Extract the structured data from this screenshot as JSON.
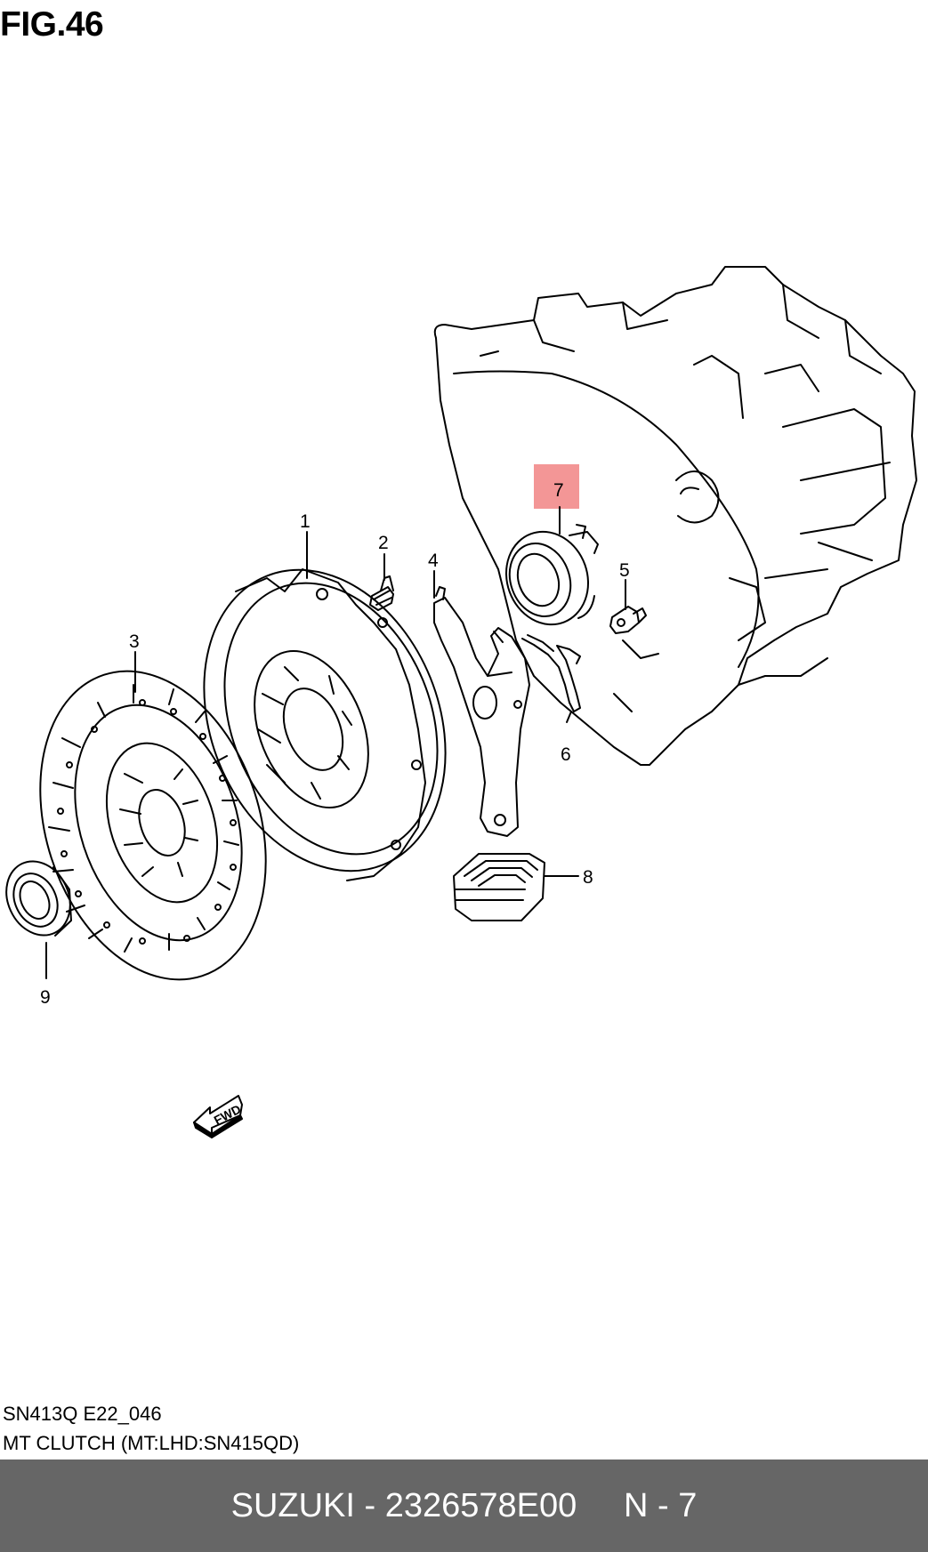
{
  "figure": {
    "title": "FIG.46",
    "highlighted_part": "7",
    "parts": [
      {
        "number": "1"
      },
      {
        "number": "2"
      },
      {
        "number": "3"
      },
      {
        "number": "4"
      },
      {
        "number": "5"
      },
      {
        "number": "6"
      },
      {
        "number": "7"
      },
      {
        "number": "8"
      },
      {
        "number": "9"
      }
    ],
    "direction_marker": "FWD",
    "highlight_color": "#f28b8b"
  },
  "captions": {
    "code": "SN413Q E22_046",
    "description": "MT CLUTCH (MT:LHD:SN415QD)"
  },
  "footer": {
    "text": "SUZUKI - 2326578E00     N - 7",
    "background": "#666666"
  }
}
